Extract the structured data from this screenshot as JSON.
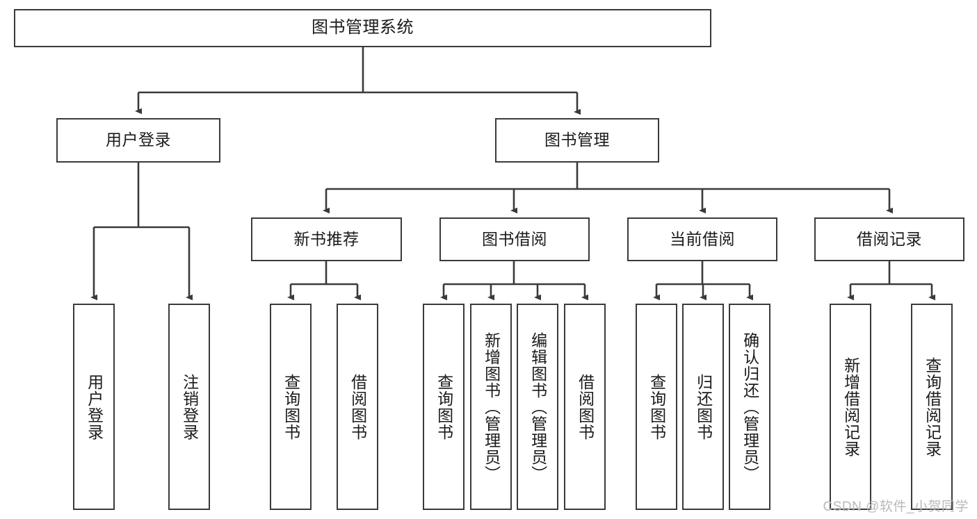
{
  "diagram": {
    "title": "图书管理系统",
    "type": "hierarchy-tree",
    "watermark": "CSDN @软件_小贺同学",
    "colors": {
      "box_border": "#3a3a3a",
      "box_fill": "#ffffff",
      "edge": "#3a3a3a",
      "text": "#1b1b1b",
      "watermark": "#b9b9b9"
    },
    "nodes": {
      "root": {
        "label": "图书管理系统"
      },
      "level2": [
        {
          "id": "user_login",
          "label": "用户登录"
        },
        {
          "id": "book_manage",
          "label": "图书管理"
        }
      ],
      "level3": [
        {
          "id": "new_book_rec",
          "label": "新书推荐"
        },
        {
          "id": "book_borrow",
          "label": "图书借阅"
        },
        {
          "id": "current_borrow",
          "label": "当前借阅"
        },
        {
          "id": "borrow_record",
          "label": "借阅记录"
        }
      ],
      "leaves": {
        "user_login": [
          {
            "id": "leaf_user_login",
            "label": "用户登录"
          },
          {
            "id": "leaf_logout_login",
            "label": "注销登录"
          }
        ],
        "new_book_rec": [
          {
            "id": "leaf_query_book_1",
            "label": "查询图书"
          },
          {
            "id": "leaf_borrow_book_1",
            "label": "借阅图书"
          }
        ],
        "book_borrow": [
          {
            "id": "leaf_query_book_2",
            "label": "查询图书"
          },
          {
            "id": "leaf_add_book",
            "label": "新增图书（管理员）"
          },
          {
            "id": "leaf_edit_book",
            "label": "编辑图书（管理员）"
          },
          {
            "id": "leaf_borrow_book_2",
            "label": "借阅图书"
          }
        ],
        "current_borrow": [
          {
            "id": "leaf_query_book_3",
            "label": "查询图书"
          },
          {
            "id": "leaf_return_book",
            "label": "归还图书"
          },
          {
            "id": "leaf_confirm_return",
            "label": "确认归还（管理员）"
          }
        ],
        "borrow_record": [
          {
            "id": "leaf_add_record",
            "label": "新增借阅记录"
          },
          {
            "id": "leaf_query_record",
            "label": "查询借阅记录"
          }
        ]
      }
    }
  }
}
